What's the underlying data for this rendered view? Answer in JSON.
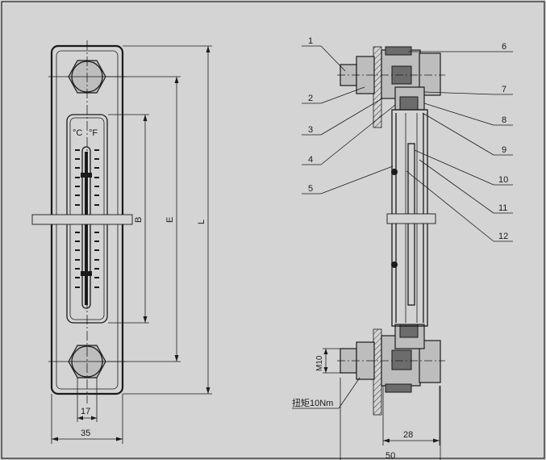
{
  "front_view": {
    "unit_celsius": "°C",
    "unit_fahrenheit": "°F",
    "dims": {
      "b": "B",
      "e": "E",
      "l": "L",
      "w17": "17",
      "w35": "35"
    }
  },
  "side_view": {
    "callouts": [
      "1",
      "2",
      "3",
      "4",
      "5",
      "6",
      "7",
      "8",
      "9",
      "10",
      "11",
      "12"
    ],
    "thread": "M10",
    "torque": "扭矩10Nm",
    "dim_28": "28",
    "dim_50": "50"
  }
}
